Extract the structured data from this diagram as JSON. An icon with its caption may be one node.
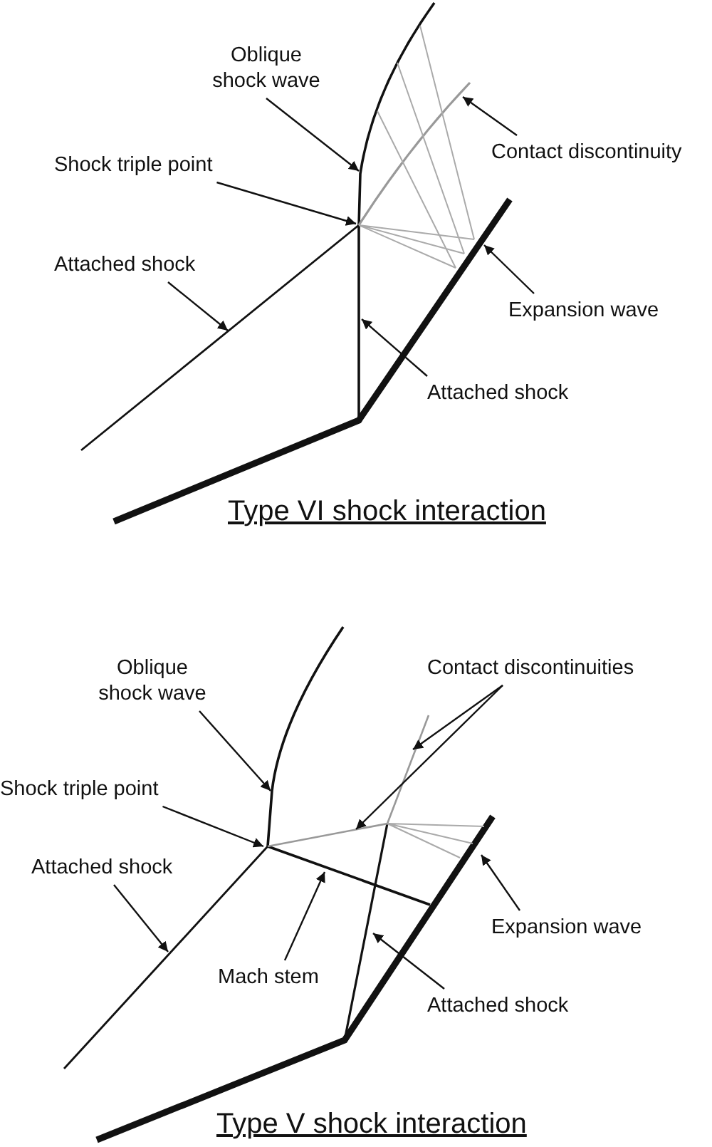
{
  "diagram": {
    "nodes": [
      {
        "text": [
          "Oblique shock wave"
        ]
      },
      {
        "text": [
          "Shock triple point"
        ]
      },
      {
        "text": [
          "Contact discontinuity"
        ]
      },
      {
        "text": [
          "Attached shock"
        ]
      },
      {
        "text": [
          "Expansion wave"
        ]
      },
      {
        "text": [
          "Attached shock"
        ]
      },
      {
        "text": [
          "Oblique shock wave"
        ]
      },
      {
        "text": [
          "Contact discontinuities"
        ]
      },
      {
        "text": [
          "Shock triple point"
        ]
      },
      {
        "text": [
          "Attached shock"
        ]
      },
      {
        "text": [
          "Mach stem"
        ]
      },
      {
        "text": [
          "Expansion wave"
        ]
      },
      {
        "text": [
          "Attached shock"
        ]
      }
    ],
    "edges": [
      {
        "from": 0,
        "to": null,
        "arrow": "to"
      },
      {
        "from": 1,
        "to": null,
        "arrow": "to"
      },
      {
        "from": 2,
        "to": null,
        "arrow": "to"
      },
      {
        "from": 3,
        "to": null,
        "arrow": "to"
      },
      {
        "from": 4,
        "to": null,
        "arrow": "to"
      },
      {
        "from": 5,
        "to": null,
        "arrow": "to"
      },
      {
        "from": 6,
        "to": null,
        "arrow": "to"
      },
      {
        "from": 7,
        "to": null,
        "arrow": "to"
      },
      {
        "from": 7,
        "to": null,
        "arrow": "to"
      },
      {
        "from": 8,
        "to": null,
        "arrow": "to"
      },
      {
        "from": 9,
        "to": null,
        "arrow": "to"
      },
      {
        "from": 10,
        "to": null,
        "arrow": "to"
      },
      {
        "from": 11,
        "to": null,
        "arrow": "to"
      },
      {
        "from": 12,
        "to": null,
        "arrow": "to"
      }
    ],
    "labels": [
      "Type VI shock interaction",
      "Type V shock interaction"
    ]
  }
}
